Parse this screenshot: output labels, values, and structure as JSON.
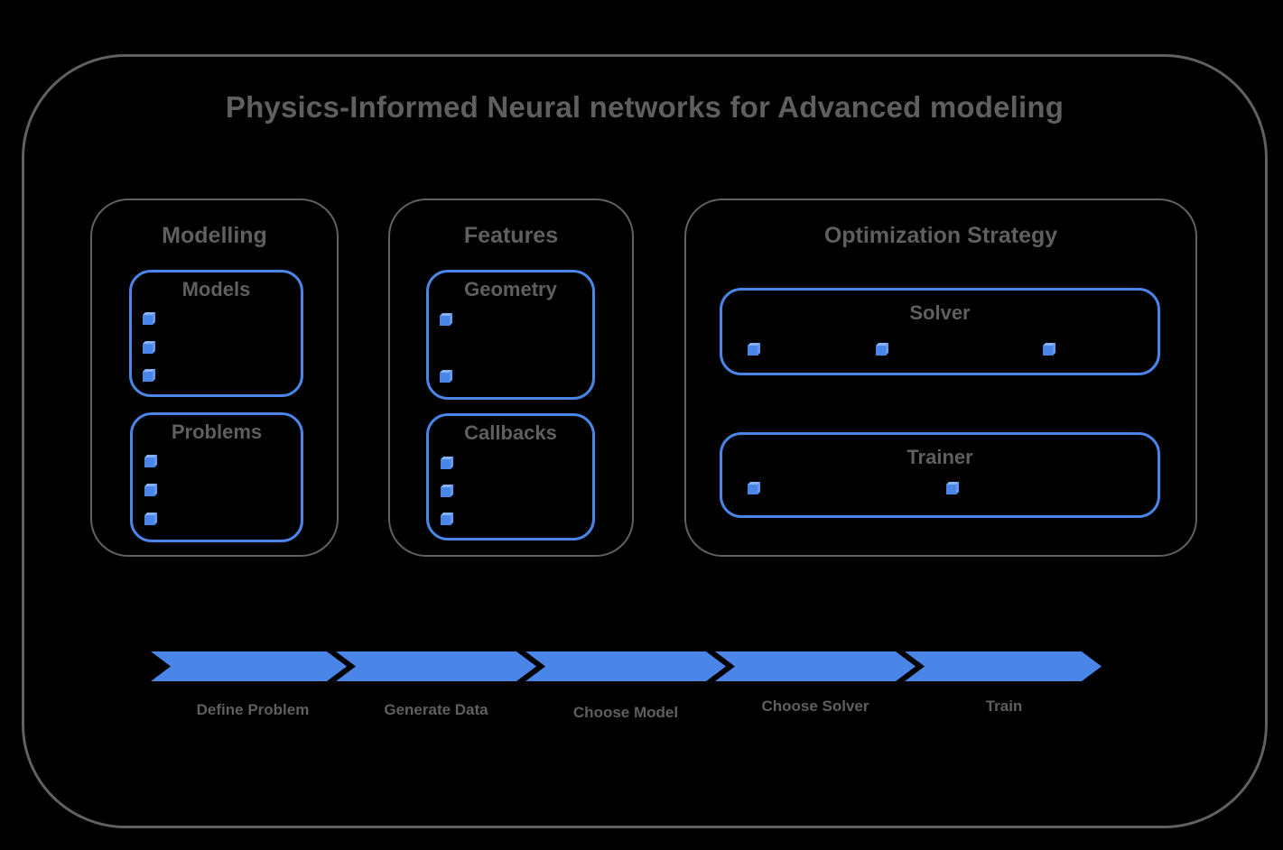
{
  "diagram": {
    "title": "Physics-Informed Neural networks for Advanced modeling",
    "sections": {
      "modelling": {
        "label": "Modelling",
        "boxes": {
          "models": {
            "label": "Models",
            "bullet_count": 3
          },
          "problems": {
            "label": "Problems",
            "bullet_count": 3
          }
        }
      },
      "features": {
        "label": "Features",
        "boxes": {
          "geometry": {
            "label": "Geometry",
            "bullet_count": 2
          },
          "callbacks": {
            "label": "Callbacks",
            "bullet_count": 3
          }
        }
      },
      "optimization_strategy": {
        "label": "Optimization Strategy",
        "boxes": {
          "solver": {
            "label": "Solver",
            "bullet_count": 3
          },
          "trainer": {
            "label": "Trainer",
            "bullet_count": 2
          }
        }
      }
    },
    "pipeline_steps": [
      {
        "label": "Define Problem"
      },
      {
        "label": "Generate Data"
      },
      {
        "label": "Choose Model"
      },
      {
        "label": "Choose Solver"
      },
      {
        "label": "Train"
      }
    ],
    "icons": {
      "bullet": "cube-icon"
    },
    "colors": {
      "accent_blue": "#4a86e8",
      "cube_top_blue": "#87b3f7",
      "cube_side_blue": "#639af0",
      "outline_gray": "#616161",
      "text_gray": "#5f5f5f",
      "background": "#000000"
    }
  }
}
